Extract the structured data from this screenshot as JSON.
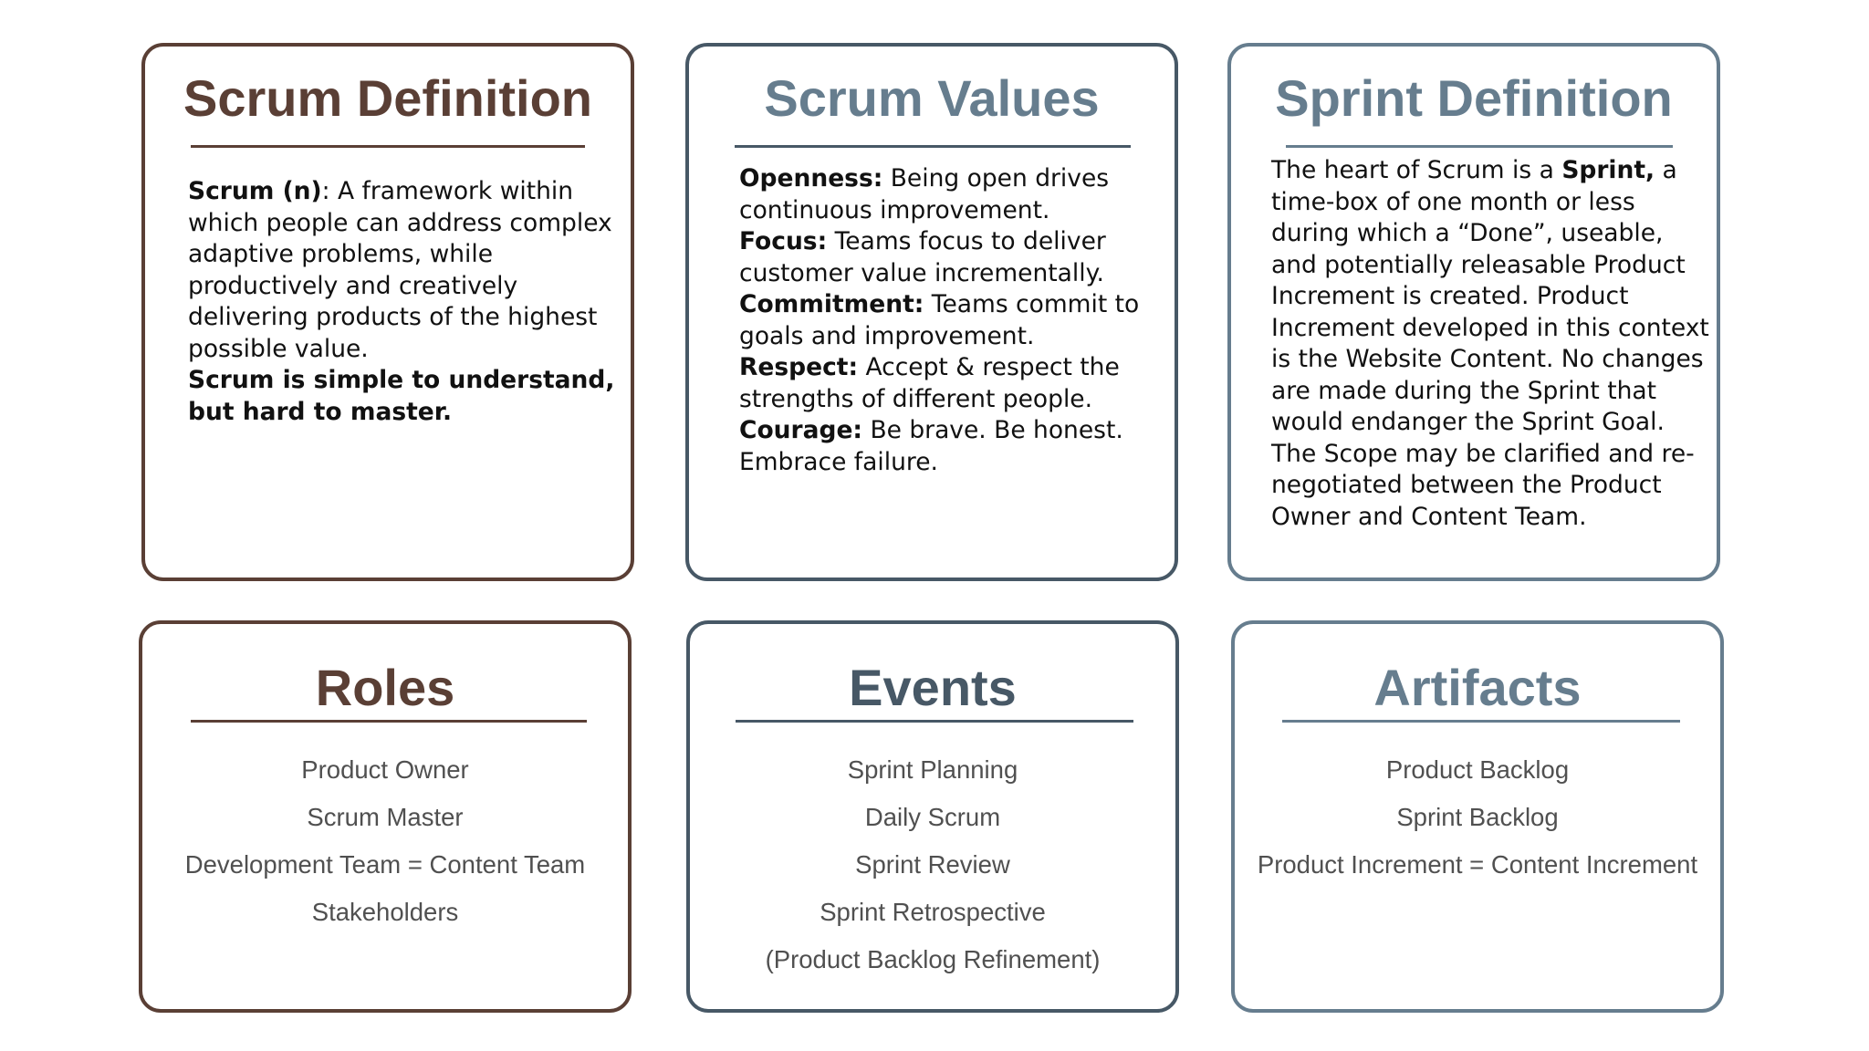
{
  "colors": {
    "brown": "#5a3f35",
    "slate": "#475866",
    "steel": "#667d8e",
    "body_text": "#111111",
    "list_text": "#505050"
  },
  "scrum_definition": {
    "title": "Scrum Definition",
    "term": "Scrum (n)",
    "definition": ": A framework within which people can address complex adaptive problems, while productively and creatively delivering products of the highest possible value.",
    "emphasis": "Scrum is simple to understand, but hard to master."
  },
  "scrum_values": {
    "title": "Scrum Values",
    "values": [
      {
        "name": "Openness:",
        "text": " Being open drives continuous improvement."
      },
      {
        "name": "Focus:",
        "text": " Teams focus to deliver customer value incrementally."
      },
      {
        "name": "Commitment:",
        "text": " Teams commit to goals and improvement."
      },
      {
        "name": "Respect:",
        "text": " Accept & respect the strengths of different people."
      },
      {
        "name": "Courage:",
        "text": " Be brave. Be honest. Embrace failure."
      }
    ]
  },
  "sprint_definition": {
    "title": "Sprint Definition",
    "text_before": "The heart of Scrum is a ",
    "bold": "Sprint,",
    "text_after": " a time-box of one month or less during which a “Done”, useable, and potentially releasable Product Increment is created. Product Increment developed in this context is the Website Content. No changes are made during the Sprint that would endanger the Sprint Goal. The Scope may be clarified and re-negotiated between the Product Owner and Content Team."
  },
  "roles": {
    "title": "Roles",
    "items": [
      "Product Owner",
      "Scrum Master",
      "Development Team = Content Team",
      "Stakeholders"
    ]
  },
  "events": {
    "title": "Events",
    "items": [
      "Sprint Planning",
      "Daily Scrum",
      "Sprint Review",
      "Sprint Retrospective",
      "(Product Backlog Refinement)"
    ]
  },
  "artifacts": {
    "title": "Artifacts",
    "items": [
      "Product Backlog",
      "Sprint Backlog",
      "Product Increment = Content Increment"
    ]
  }
}
